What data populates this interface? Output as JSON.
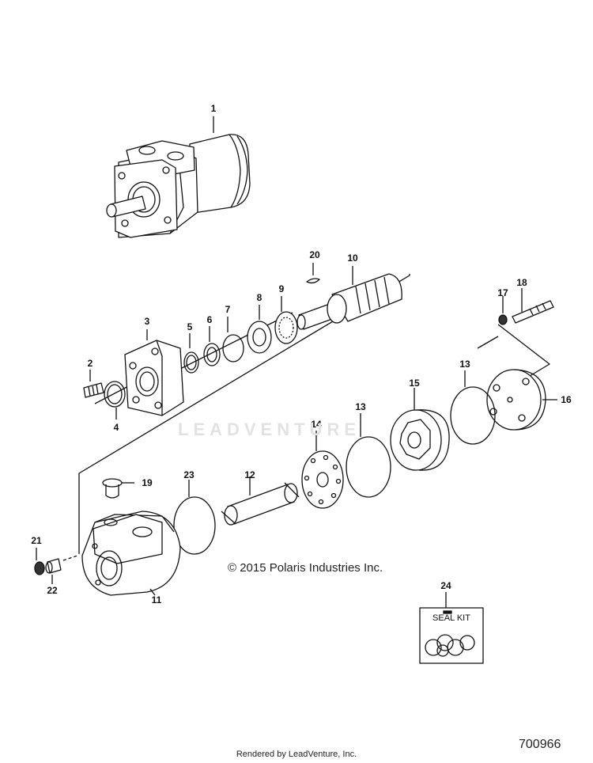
{
  "callouts": [
    {
      "id": "1",
      "label": "1"
    },
    {
      "id": "2",
      "label": "2"
    },
    {
      "id": "3",
      "label": "3"
    },
    {
      "id": "4",
      "label": "4"
    },
    {
      "id": "5",
      "label": "5"
    },
    {
      "id": "6",
      "label": "6"
    },
    {
      "id": "7",
      "label": "7"
    },
    {
      "id": "8",
      "label": "8"
    },
    {
      "id": "9",
      "label": "9"
    },
    {
      "id": "10",
      "label": "10"
    },
    {
      "id": "11",
      "label": "11"
    },
    {
      "id": "12",
      "label": "12"
    },
    {
      "id": "13a",
      "label": "13"
    },
    {
      "id": "13b",
      "label": "13"
    },
    {
      "id": "14",
      "label": "14"
    },
    {
      "id": "15",
      "label": "15"
    },
    {
      "id": "16",
      "label": "16"
    },
    {
      "id": "17",
      "label": "17"
    },
    {
      "id": "18",
      "label": "18"
    },
    {
      "id": "19",
      "label": "19"
    },
    {
      "id": "20",
      "label": "20"
    },
    {
      "id": "21",
      "label": "21"
    },
    {
      "id": "22",
      "label": "22"
    },
    {
      "id": "23",
      "label": "23"
    },
    {
      "id": "24",
      "label": "24"
    }
  ],
  "copyright": "© 2015 Polaris Industries Inc.",
  "seal_kit_label": "SEAL KIT",
  "watermark_text": "LEADVENTURE",
  "rendered_by": "Rendered by LeadVenture, Inc.",
  "drawing_number": "700966"
}
